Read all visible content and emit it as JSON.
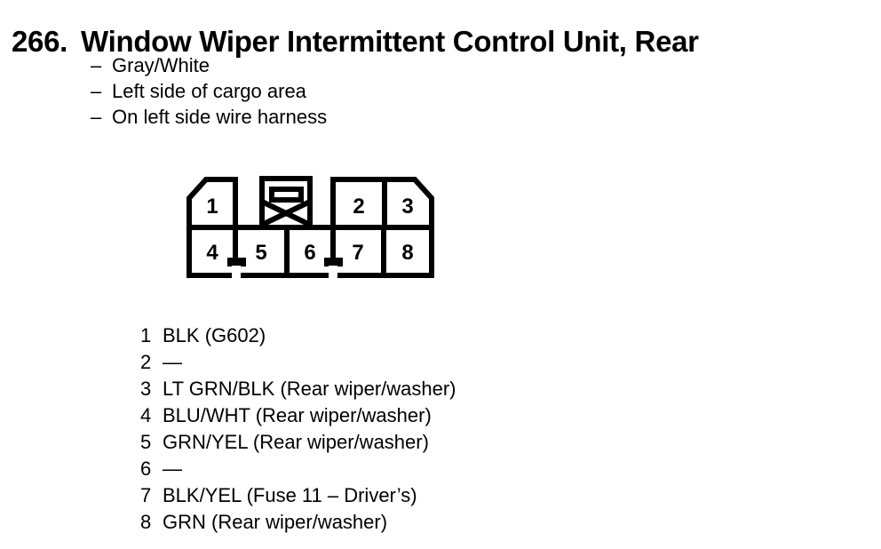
{
  "header": {
    "number": "266.",
    "title": "Window Wiper Intermittent Control Unit, Rear"
  },
  "notes": {
    "bullet": "–",
    "items": [
      "Gray/White",
      "Left side of cargo area",
      "On left side wire harness"
    ]
  },
  "connector": {
    "top_row_pins": [
      "1",
      "2",
      "3"
    ],
    "bottom_row_pins": [
      "4",
      "5",
      "6",
      "7",
      "8"
    ]
  },
  "pins": [
    {
      "number": "1",
      "description": "BLK (G602)"
    },
    {
      "number": "2",
      "description": "—"
    },
    {
      "number": "3",
      "description": "LT GRN/BLK (Rear wiper/washer)"
    },
    {
      "number": "4",
      "description": "BLU/WHT (Rear wiper/washer)"
    },
    {
      "number": "5",
      "description": "GRN/YEL (Rear wiper/washer)"
    },
    {
      "number": "6",
      "description": "—"
    },
    {
      "number": "7",
      "description": "BLK/YEL (Fuse 11 – Driver’s)"
    },
    {
      "number": "8",
      "description": "GRN (Rear wiper/washer)"
    }
  ],
  "colors": {
    "ink": "#000000",
    "background": "#ffffff"
  }
}
